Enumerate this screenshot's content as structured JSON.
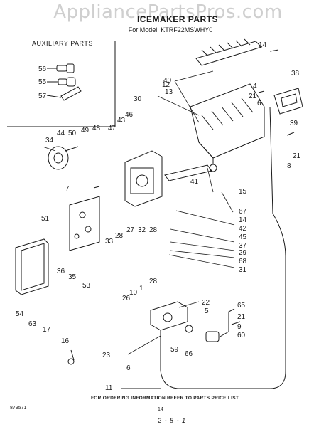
{
  "watermark": "AppliancePartsPros.com",
  "title": "ICEMAKER PARTS",
  "model_line": "For Model: KTRF22MSWHY0",
  "auxiliary_title": "AUXILIARY PARTS",
  "footer_note": "FOR ORDERING INFORMATION REFER TO PARTS PRICE LIST",
  "doc_code": "879571",
  "page_code": "14",
  "page_ref": "2 - 8 - 1",
  "callouts": [
    "56",
    "55",
    "57",
    "44",
    "50",
    "49",
    "48",
    "47",
    "43",
    "46",
    "30",
    "34",
    "13",
    "12",
    "40",
    "14",
    "38",
    "4",
    "21",
    "6",
    "39",
    "21",
    "8",
    "7",
    "51",
    "41",
    "15",
    "67",
    "14",
    "42",
    "45",
    "37",
    "29",
    "68",
    "31",
    "33",
    "28",
    "27",
    "32",
    "28",
    "36",
    "35",
    "53",
    "28",
    "1",
    "10",
    "54",
    "26",
    "63",
    "17",
    "16",
    "22",
    "5",
    "65",
    "21",
    "9",
    "60",
    "59",
    "66",
    "23",
    "6",
    "11"
  ]
}
